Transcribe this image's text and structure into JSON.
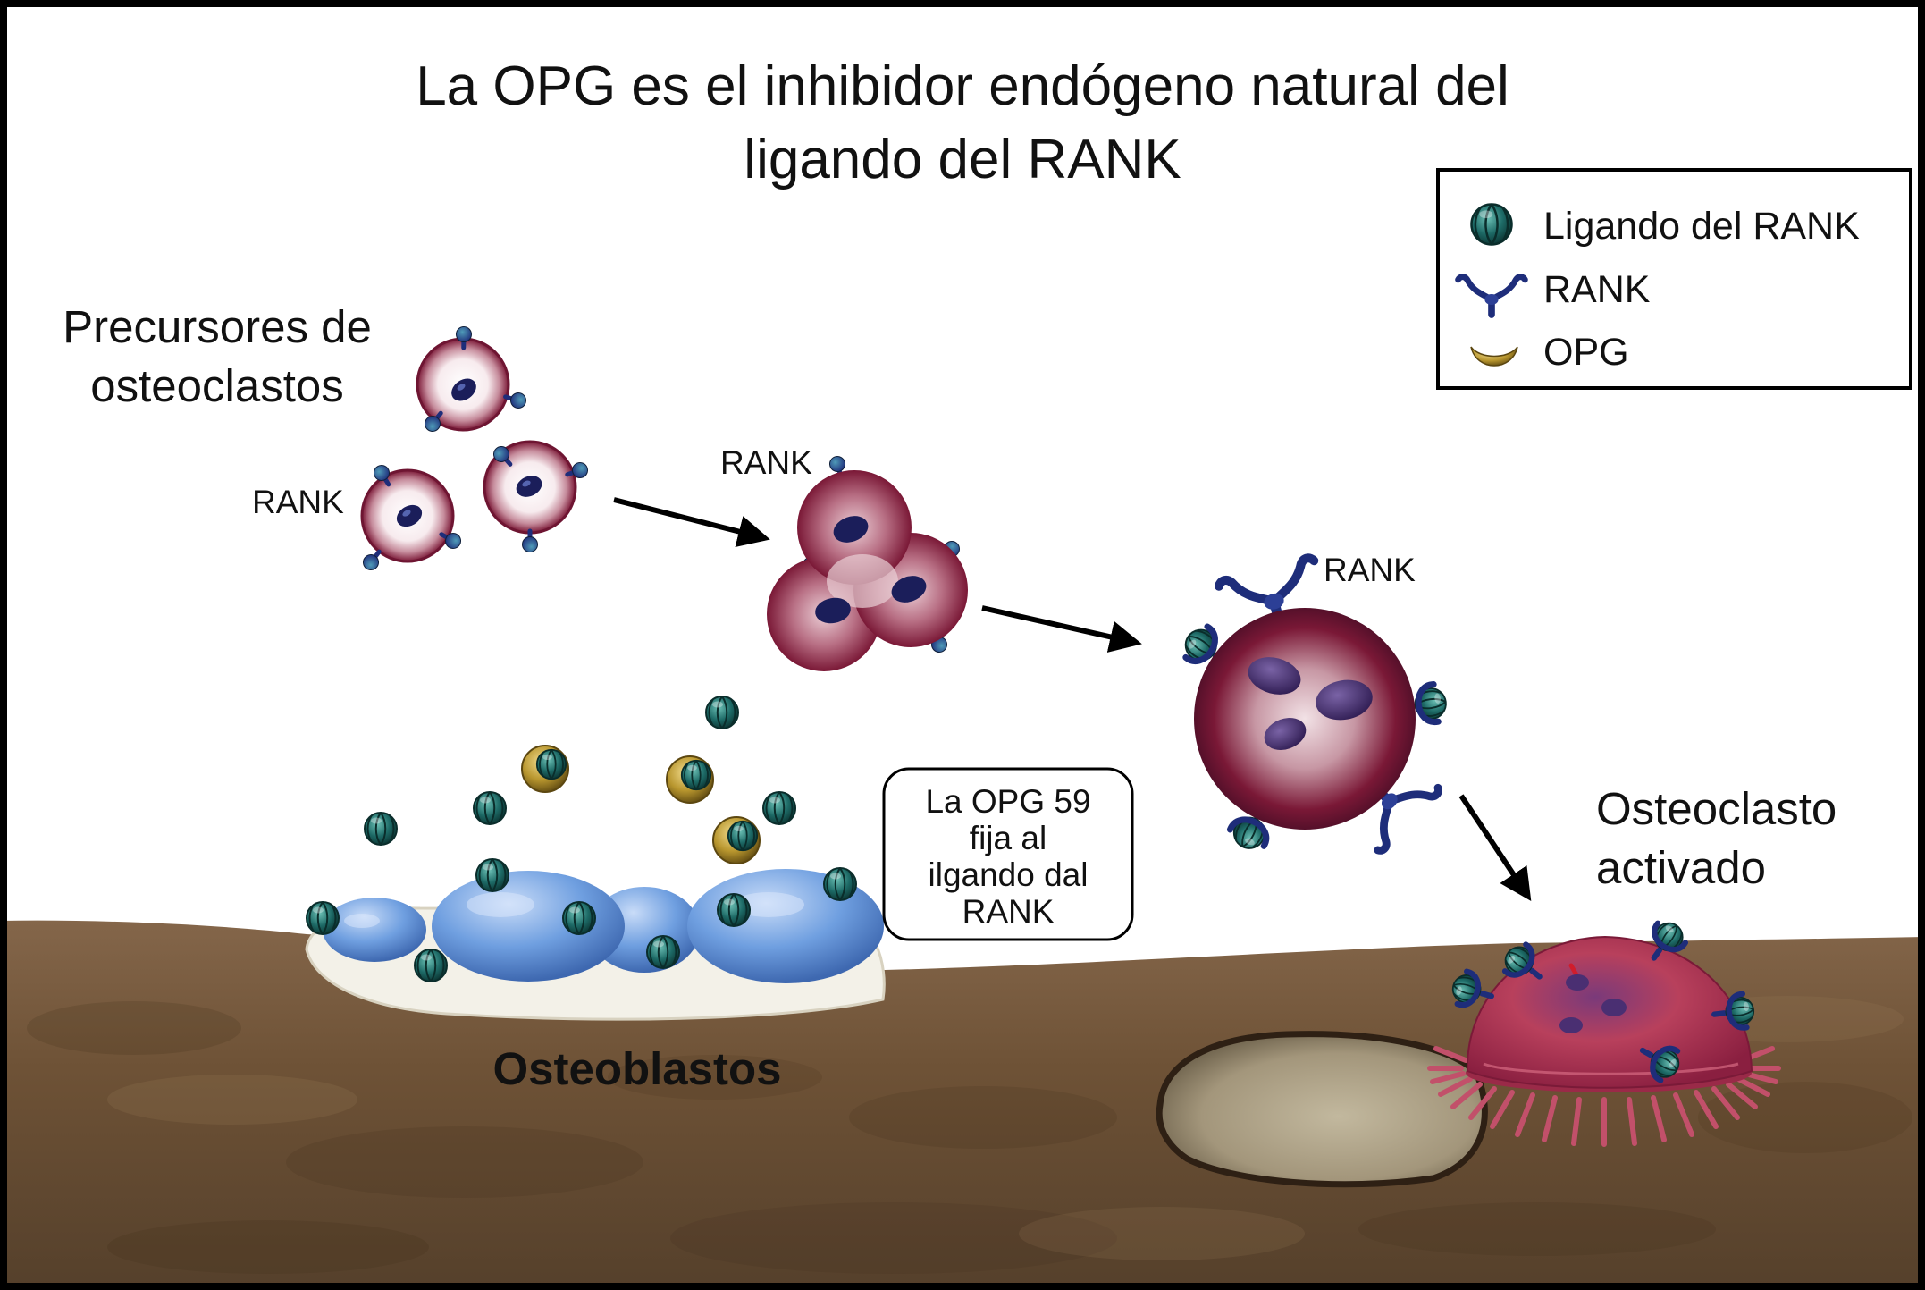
{
  "title": {
    "line1": "La OPG es el inhibidor endógeno natural del",
    "line2": "ligando del RANK"
  },
  "legend": {
    "items": [
      {
        "label": "Ligando del RANK",
        "icon": "ligand-icon"
      },
      {
        "label": "RANK",
        "icon": "rank-receptor-icon"
      },
      {
        "label": "OPG",
        "icon": "opg-icon"
      }
    ]
  },
  "precursors": {
    "label_line1": "Precursores de",
    "label_line2": "osteoclastos",
    "rank_label": "RANK"
  },
  "fusing_cell": {
    "rank_label": "RANK"
  },
  "mature_cell": {
    "rank_label": "RANK"
  },
  "callout": {
    "lines": [
      "La OPG 59",
      "fija al",
      "ilgando dal",
      "RANK"
    ]
  },
  "osteoblasts": {
    "label": "Osteoblastos"
  },
  "activated_osteoclast": {
    "label_line1": "Osteoclasto",
    "label_line2": "activado"
  },
  "colors": {
    "ligand": "#1d6a66",
    "rank": "#1e2d7a",
    "opg": "#b8962e",
    "cell": "#7a1836",
    "osteoclast": "#b8405c",
    "osteoblast": "#6f9fe0",
    "ground": "#6e5236",
    "text": "#111111",
    "frame": "#000000"
  }
}
